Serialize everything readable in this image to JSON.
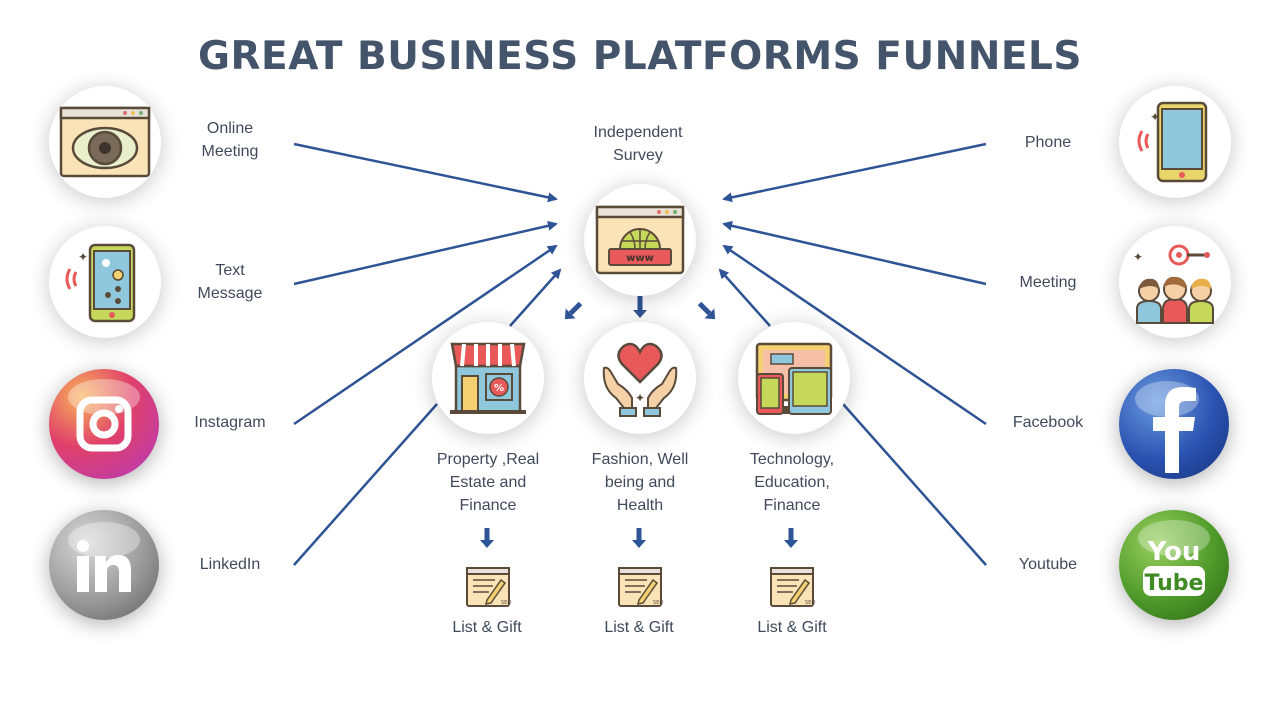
{
  "title": "GREAT BUSINESS PLATFORMS FUNNELS",
  "left_sources": [
    {
      "label": "Online\nMeeting",
      "icon": "eye-browser-icon"
    },
    {
      "label": "Text\nMessage",
      "icon": "phone-message-icon"
    },
    {
      "label": "Instagram",
      "icon": "instagram-icon"
    },
    {
      "label": "LinkedIn",
      "icon": "linkedin-icon"
    }
  ],
  "right_sources": [
    {
      "label": "Phone",
      "icon": "tablet-phone-icon"
    },
    {
      "label": "Meeting",
      "icon": "people-meeting-icon"
    },
    {
      "label": "Facebook",
      "icon": "facebook-icon"
    },
    {
      "label": "Youtube",
      "icon": "youtube-icon"
    }
  ],
  "center": {
    "label": "Independent\nSurvey",
    "icon": "www-globe-icon"
  },
  "categories": [
    {
      "label": "Property ,Real\nEstate and\nFinance",
      "icon": "store-icon",
      "result": "List & Gift"
    },
    {
      "label": "Fashion, Well\nbeing and\nHealth",
      "icon": "heart-hands-icon",
      "result": "List & Gift"
    },
    {
      "label": "Technology,\nEducation,\nFinance",
      "icon": "devices-icon",
      "result": "List & Gift"
    }
  ],
  "colors": {
    "title": "#44546a",
    "line": "#2f5496",
    "text": "#404a5a"
  }
}
